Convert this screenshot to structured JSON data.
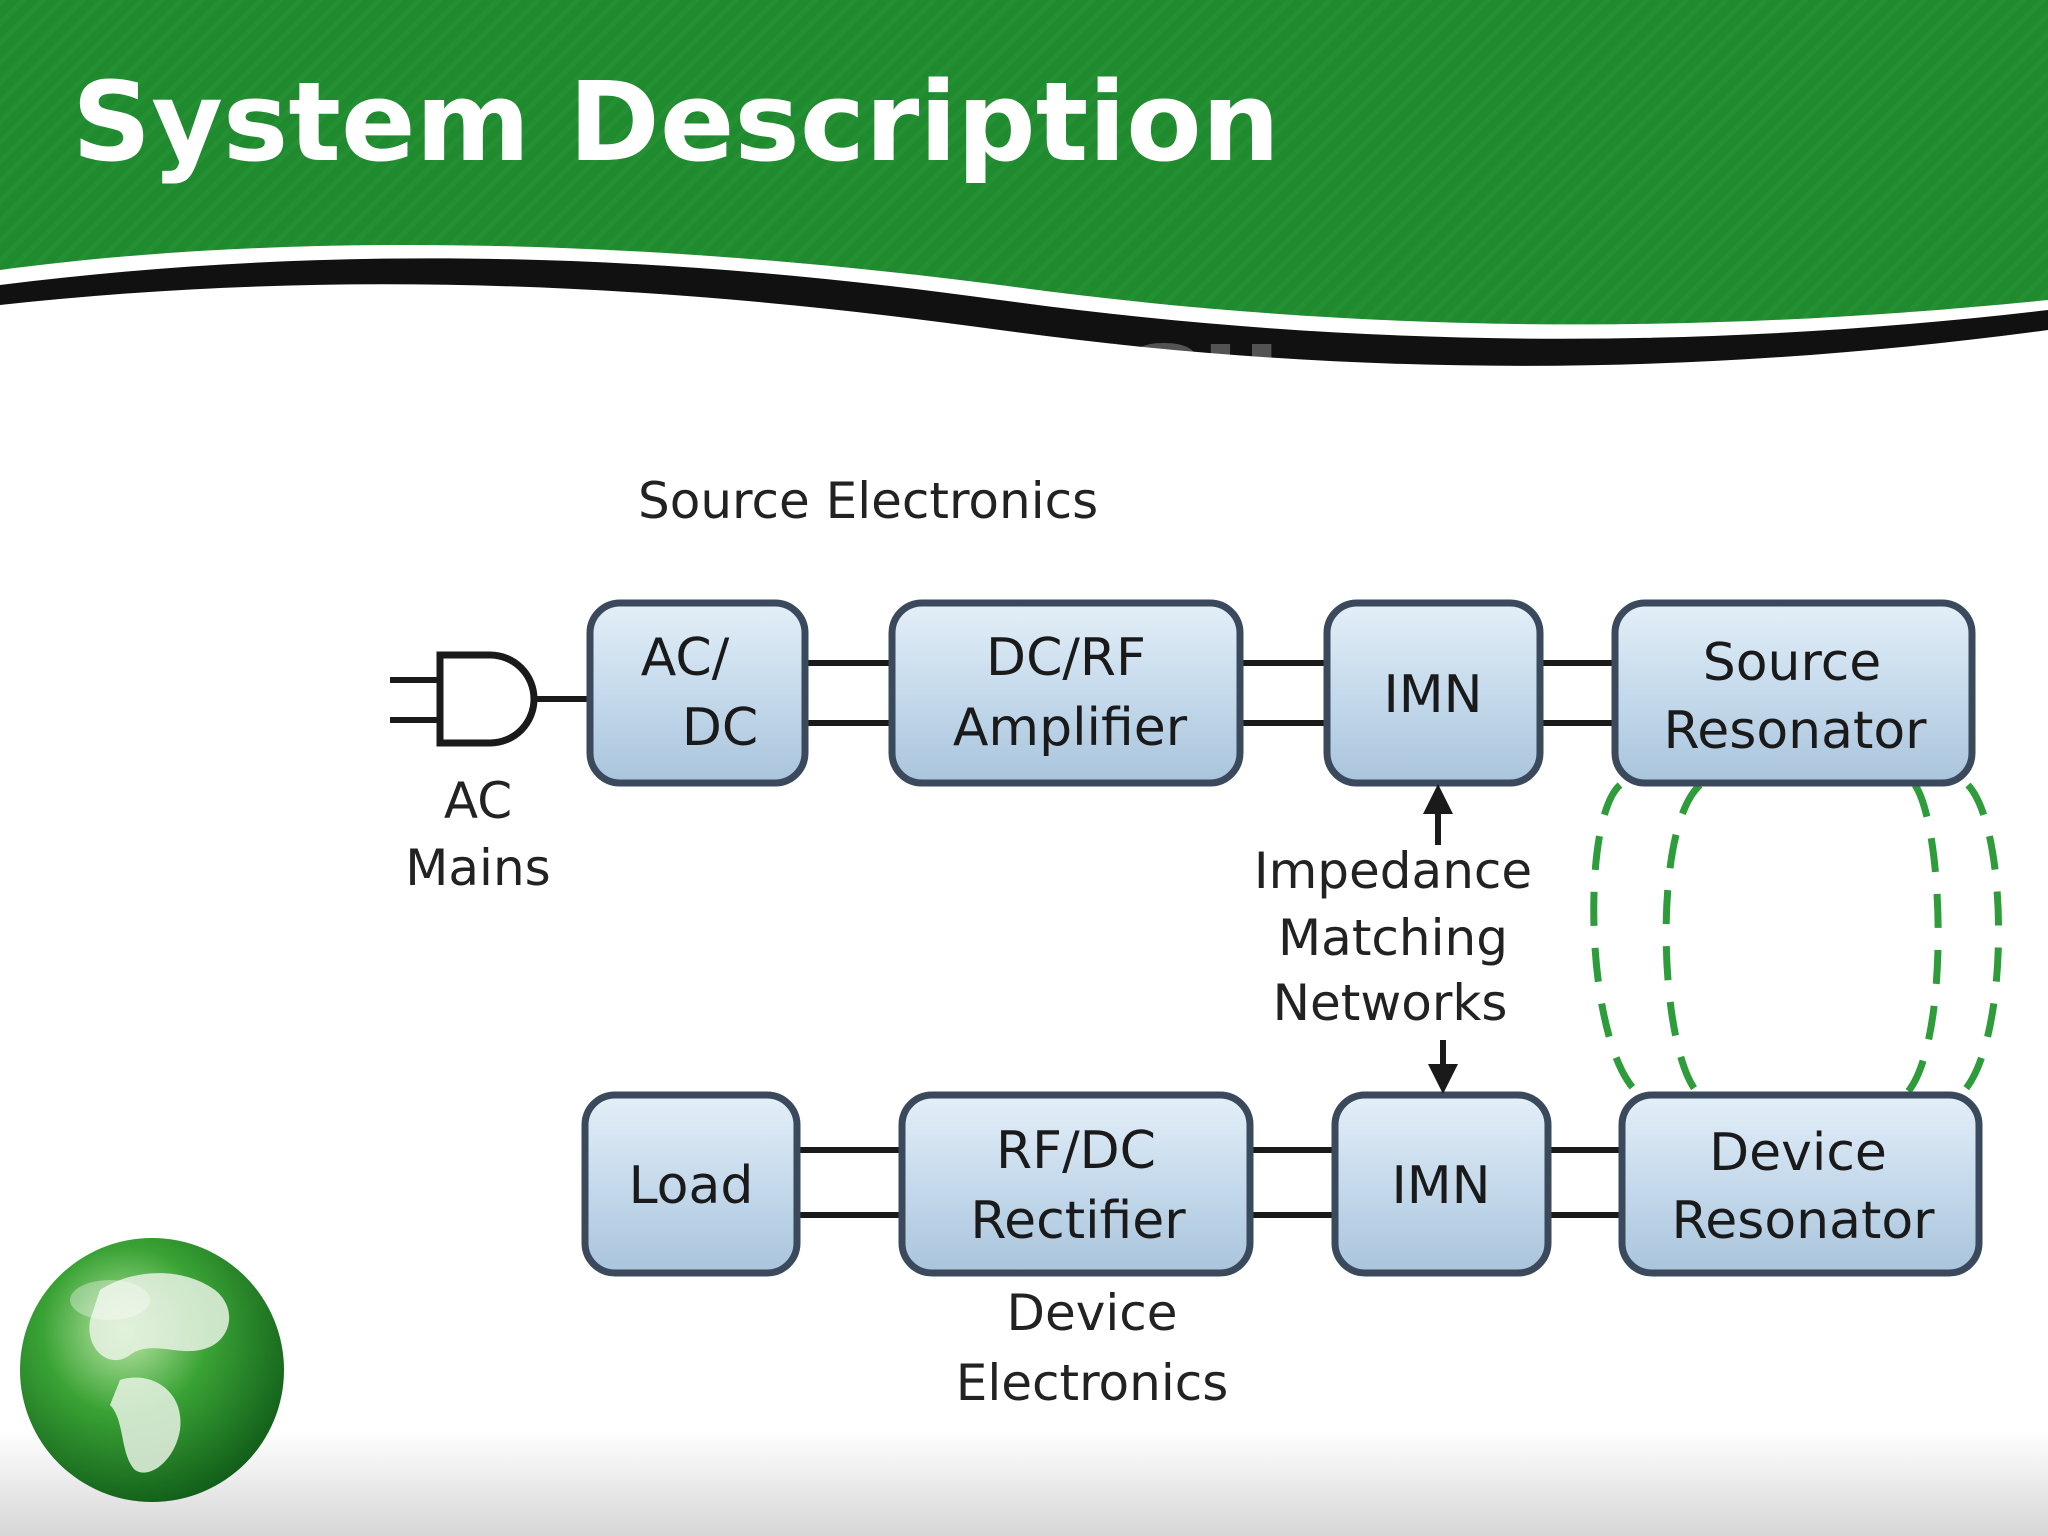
{
  "slide": {
    "title": "System Description",
    "accent_green": "#1f8a2e",
    "dark_green": "#146b20"
  },
  "diagram": {
    "section_source": "Source Electronics",
    "section_device_line1": "Device",
    "section_device_line2": "Electronics",
    "ac_mains_line1": "AC",
    "ac_mains_line2": "Mains",
    "imn_note_line1": "Impedance",
    "imn_note_line2": "Matching",
    "imn_note_line3": "Networks",
    "source_row": [
      {
        "line1": "AC/",
        "line2": "DC"
      },
      {
        "line1": "DC/RF",
        "line2": "Amplifier"
      },
      {
        "line1": "IMN",
        "line2": ""
      },
      {
        "line1": "Source",
        "line2": "Resonator"
      }
    ],
    "device_row": [
      {
        "line1": "Load",
        "line2": ""
      },
      {
        "line1": "RF/DC",
        "line2": "Rectifier"
      },
      {
        "line1": "IMN",
        "line2": ""
      },
      {
        "line1": "Device",
        "line2": "Resonator"
      }
    ],
    "box_fill": "#c5dbee",
    "coupling_color": "#2e9c3a"
  }
}
